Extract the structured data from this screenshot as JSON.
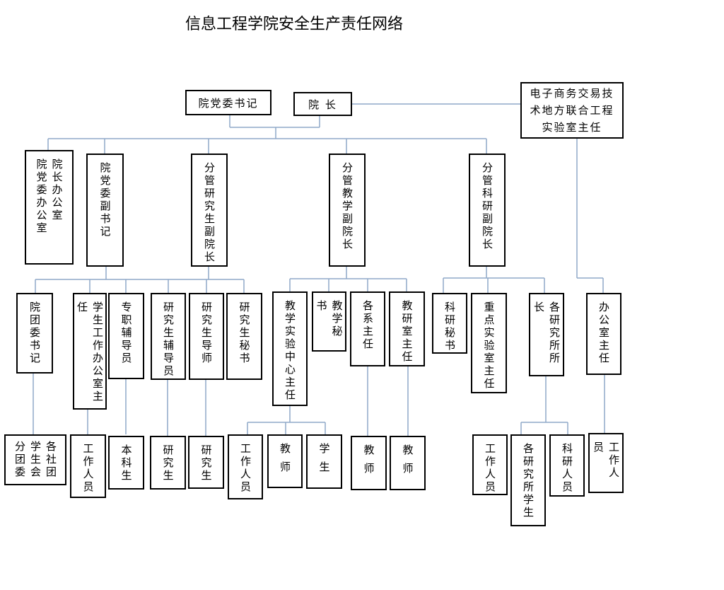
{
  "title": "信息工程学院安全生产责任网络",
  "nodes": {
    "party_secretary": "院党委书记",
    "dean": "院    长",
    "lab_director": "电子商务交易技\n术地方联合工程\n实验室主任",
    "office": "院长办公室\n院党委办公室",
    "deputy_party_secretary": "院党委副书记",
    "grad_vice_dean": "分管研究生副院长",
    "teaching_vice_dean": "分管教学副院长",
    "research_vice_dean": "分管科研副院长",
    "youth_league_secretary": "院团委书记",
    "student_affairs_director": "学生工作办公室主任",
    "full_time_counselor": "专职辅导员",
    "grad_counselor": "研究生辅导员",
    "grad_advisor": "研究生导师",
    "grad_secretary": "研究生秘书",
    "teaching_lab_director": "教学实验中心主任",
    "teaching_secretary": "教学秘书",
    "department_heads": "各系主任",
    "teaching_office_director": "教研室主任",
    "research_secretary": "科研秘书",
    "key_lab_director": "重点实验室主任",
    "institute_heads": "各研究所所长",
    "office_director": "办公室主任",
    "league_branches": "各社团\n学生会\n分团委",
    "staff_a": "工作人员",
    "undergraduates": "本科生",
    "grad_students_a": "研究生",
    "grad_students_b": "研究生",
    "staff_b": "工作人员",
    "teachers_a": "教 师",
    "students": "学 生",
    "teachers_b": "教 师",
    "teachers_c": "教 师",
    "staff_c": "工作人员",
    "institute_students": "各研究所学生",
    "researchers": "科研人员",
    "staff_d": "工作人员"
  }
}
